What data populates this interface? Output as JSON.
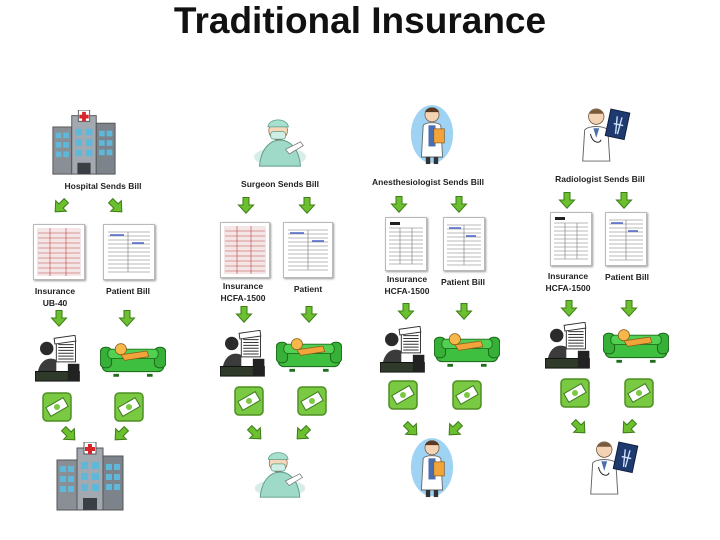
{
  "title": "Traditional Insurance",
  "columns": [
    {
      "sender": "Hospital Sends Bill",
      "form_left": "Insurance UB-40",
      "form_right": "Patient Bill"
    },
    {
      "sender": "Surgeon Sends Bill",
      "form_left": "Insurance HCFA-1500",
      "form_right": "Patient"
    },
    {
      "sender": "Anesthesiologist Sends Bill",
      "form_left": "Insurance HCFA-1500",
      "form_right": "Patient Bill"
    },
    {
      "sender": "Radiologist Sends Bill",
      "form_left": "Insurance HCFA-1500",
      "form_right": "Patient Bill"
    }
  ],
  "icons": {
    "arrow": "green-down-arrow-icon",
    "insurer": "insurance-clerk-paperwork-icon",
    "patient": "patient-on-couch-icon",
    "payment": "money-payment-icon",
    "hospital": "hospital-building-icon",
    "surgeon": "surgeon-icon",
    "anesthesiologist": "doctor-clipboard-icon",
    "radiologist": "radiologist-xray-icon"
  },
  "colors": {
    "arrow": "#6cbf2e",
    "couch": "#3fbf3f",
    "money": "#7ac943"
  }
}
